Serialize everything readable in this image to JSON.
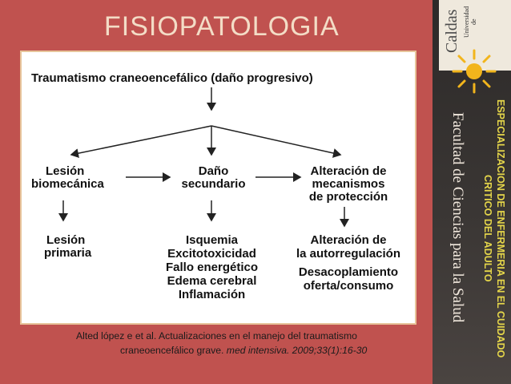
{
  "slide": {
    "title": "FISIOPATOLOGIA"
  },
  "figure": {
    "heading": "Traumatismo craneoencefálico (daño progresivo)",
    "col1_top_l1": "Lesión",
    "col1_top_l2": "biomecánica",
    "col2_top_l1": "Daño",
    "col2_top_l2": "secundario",
    "col3_top_l1": "Alteración de",
    "col3_top_l2": "mecanismos",
    "col3_top_l3": "de protección",
    "col1_bot_l1": "Lesión",
    "col1_bot_l2": "primaria",
    "col2_bot_items": [
      "Isquemia",
      "Excitotoxicidad",
      "Fallo energético",
      "Edema cerebral",
      "Inflamación"
    ],
    "col3_bot_l1": "Alteración de",
    "col3_bot_l2": "la autorregulación",
    "col3_bot_l3": "Desacoplamiento",
    "col3_bot_l4": "oferta/consumo"
  },
  "citation": {
    "line1": "Alted lópez e et al. Actualizaciones en el manejo del traumatismo",
    "line2_plain": "craneoencefálico grave. ",
    "line2_italic": "med intensiva. 2009;33(1):16-30"
  },
  "sidebar": {
    "logo_university": "Universidad de",
    "logo_name": "Caldas",
    "faculty": "Facultad de Ciencias para la Salud",
    "program_l1": "ESPECIALIZACION DE ENFERMERIA EN EL CUIDADO",
    "program_l2": "CRITICO DEL ADULTO"
  },
  "colors": {
    "background": "#c0524f",
    "title": "#f3dcc6",
    "sidebar_dark": "#2d2a29",
    "program_text": "#e5d64a",
    "sun": "#f2b51c"
  }
}
